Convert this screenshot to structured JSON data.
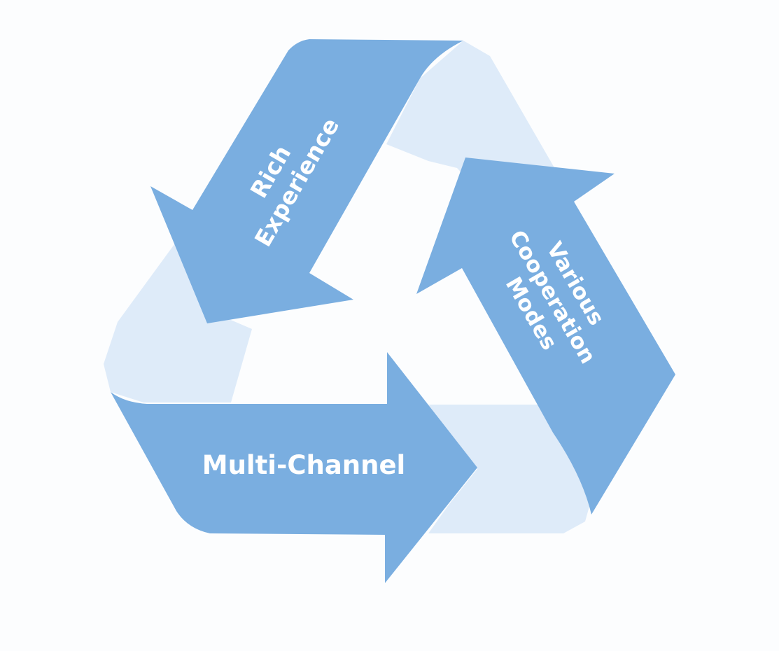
{
  "diagram": {
    "colors": {
      "arrow_fill": "#7aaee0",
      "band_fill": "#deebf9",
      "label_text": "#ffffff",
      "background": "#fcfdfe"
    },
    "arrows": [
      {
        "id": "rich-experience",
        "lines": [
          "Rich",
          "Experience"
        ]
      },
      {
        "id": "various-cooperation-modes",
        "lines": [
          "Various",
          "Cooperation",
          "Modes"
        ]
      },
      {
        "id": "multi-channel",
        "lines": [
          "Multi-Channel"
        ]
      }
    ]
  }
}
